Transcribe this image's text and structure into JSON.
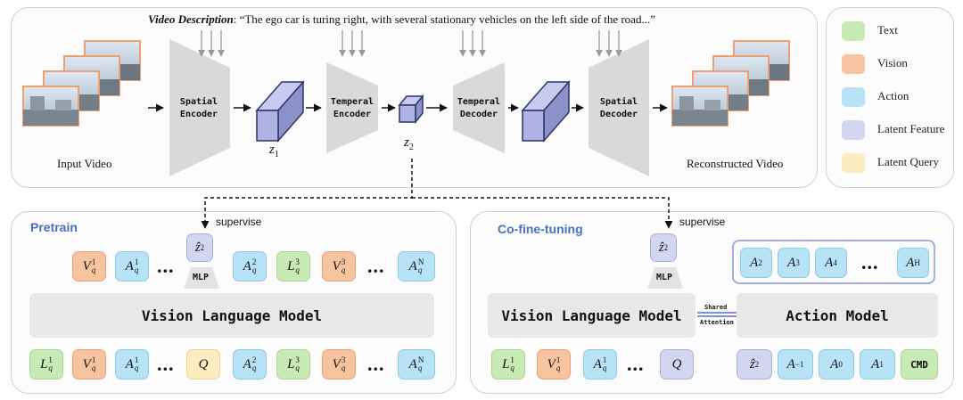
{
  "top": {
    "description_label": "Video Description",
    "description_text": ": “The ego car is turing right, with several stationary vehicles on the left side of the road...”",
    "input_label": "Input Video",
    "output_label": "Reconstructed Video",
    "spatial_encoder": "Spatial Encoder",
    "temporal_encoder": "Temperal Encoder",
    "temporal_decoder": "Temperal Decoder",
    "spatial_decoder": "Spatial Decoder",
    "z1": "z",
    "z1_sub": "1",
    "z2": "z",
    "z2_sub": "2"
  },
  "legend": [
    {
      "label": "Text",
      "color": "#c8eab4"
    },
    {
      "label": "Vision",
      "color": "#f8c4a0"
    },
    {
      "label": "Action",
      "color": "#b8e2f5"
    },
    {
      "label": "Latent Feature",
      "color": "#d2d6f0"
    },
    {
      "label": "Latent Query",
      "color": "#fcedc0"
    }
  ],
  "pretrain": {
    "title": "Pretrain",
    "supervise": "supervise",
    "mlp": "MLP",
    "vlm": "Vision Language Model",
    "zhat": "ẑ",
    "zhat_sub": "2",
    "ellipsis": "...",
    "top_tokens": [
      {
        "base": "V",
        "sup": "1",
        "sub": "q"
      },
      {
        "base": "A",
        "sup": "1",
        "sub": "q"
      },
      {
        "base": "A",
        "sup": "2",
        "sub": "q"
      },
      {
        "base": "L",
        "sup": "3",
        "sub": "q"
      },
      {
        "base": "V",
        "sup": "3",
        "sub": "q"
      },
      {
        "base": "A",
        "sup": "N",
        "sub": "q"
      }
    ],
    "bottom_tokens": [
      {
        "base": "L",
        "sup": "1",
        "sub": "q"
      },
      {
        "base": "V",
        "sup": "1",
        "sub": "q"
      },
      {
        "base": "A",
        "sup": "1",
        "sub": "q"
      },
      {
        "base": "Q",
        "sup": "",
        "sub": ""
      },
      {
        "base": "A",
        "sup": "2",
        "sub": "q"
      },
      {
        "base": "L",
        "sup": "3",
        "sub": "q"
      },
      {
        "base": "V",
        "sup": "3",
        "sub": "q"
      },
      {
        "base": "A",
        "sup": "N",
        "sub": "q"
      }
    ]
  },
  "cofinetune": {
    "title": "Co-fine-tuning",
    "supervise": "supervise",
    "mlp": "MLP",
    "vlm": "Vision Language Model",
    "action_model": "Action Model",
    "shared": "Shared",
    "attention": "Attention",
    "zhat": "ẑ",
    "zhat_sub": "2",
    "ellipsis": "...",
    "action_outputs": [
      {
        "base": "A",
        "sup": "2"
      },
      {
        "base": "A",
        "sup": "3"
      },
      {
        "base": "A",
        "sup": "4"
      },
      {
        "base": "A",
        "sup": "H"
      }
    ],
    "vlm_inputs": [
      {
        "base": "L",
        "sup": "1",
        "sub": "q"
      },
      {
        "base": "V",
        "sup": "1",
        "sub": "q"
      },
      {
        "base": "A",
        "sup": "1",
        "sub": "q"
      },
      {
        "base": "Q",
        "sup": "",
        "sub": ""
      }
    ],
    "action_inputs": [
      {
        "base": "ẑ",
        "sup": "",
        "sub": "2"
      },
      {
        "base": "A",
        "sup": "−1",
        "sub": ""
      },
      {
        "base": "A",
        "sup": "0",
        "sub": ""
      },
      {
        "base": "A",
        "sup": "1",
        "sub": ""
      }
    ],
    "cmd": "CMD"
  }
}
